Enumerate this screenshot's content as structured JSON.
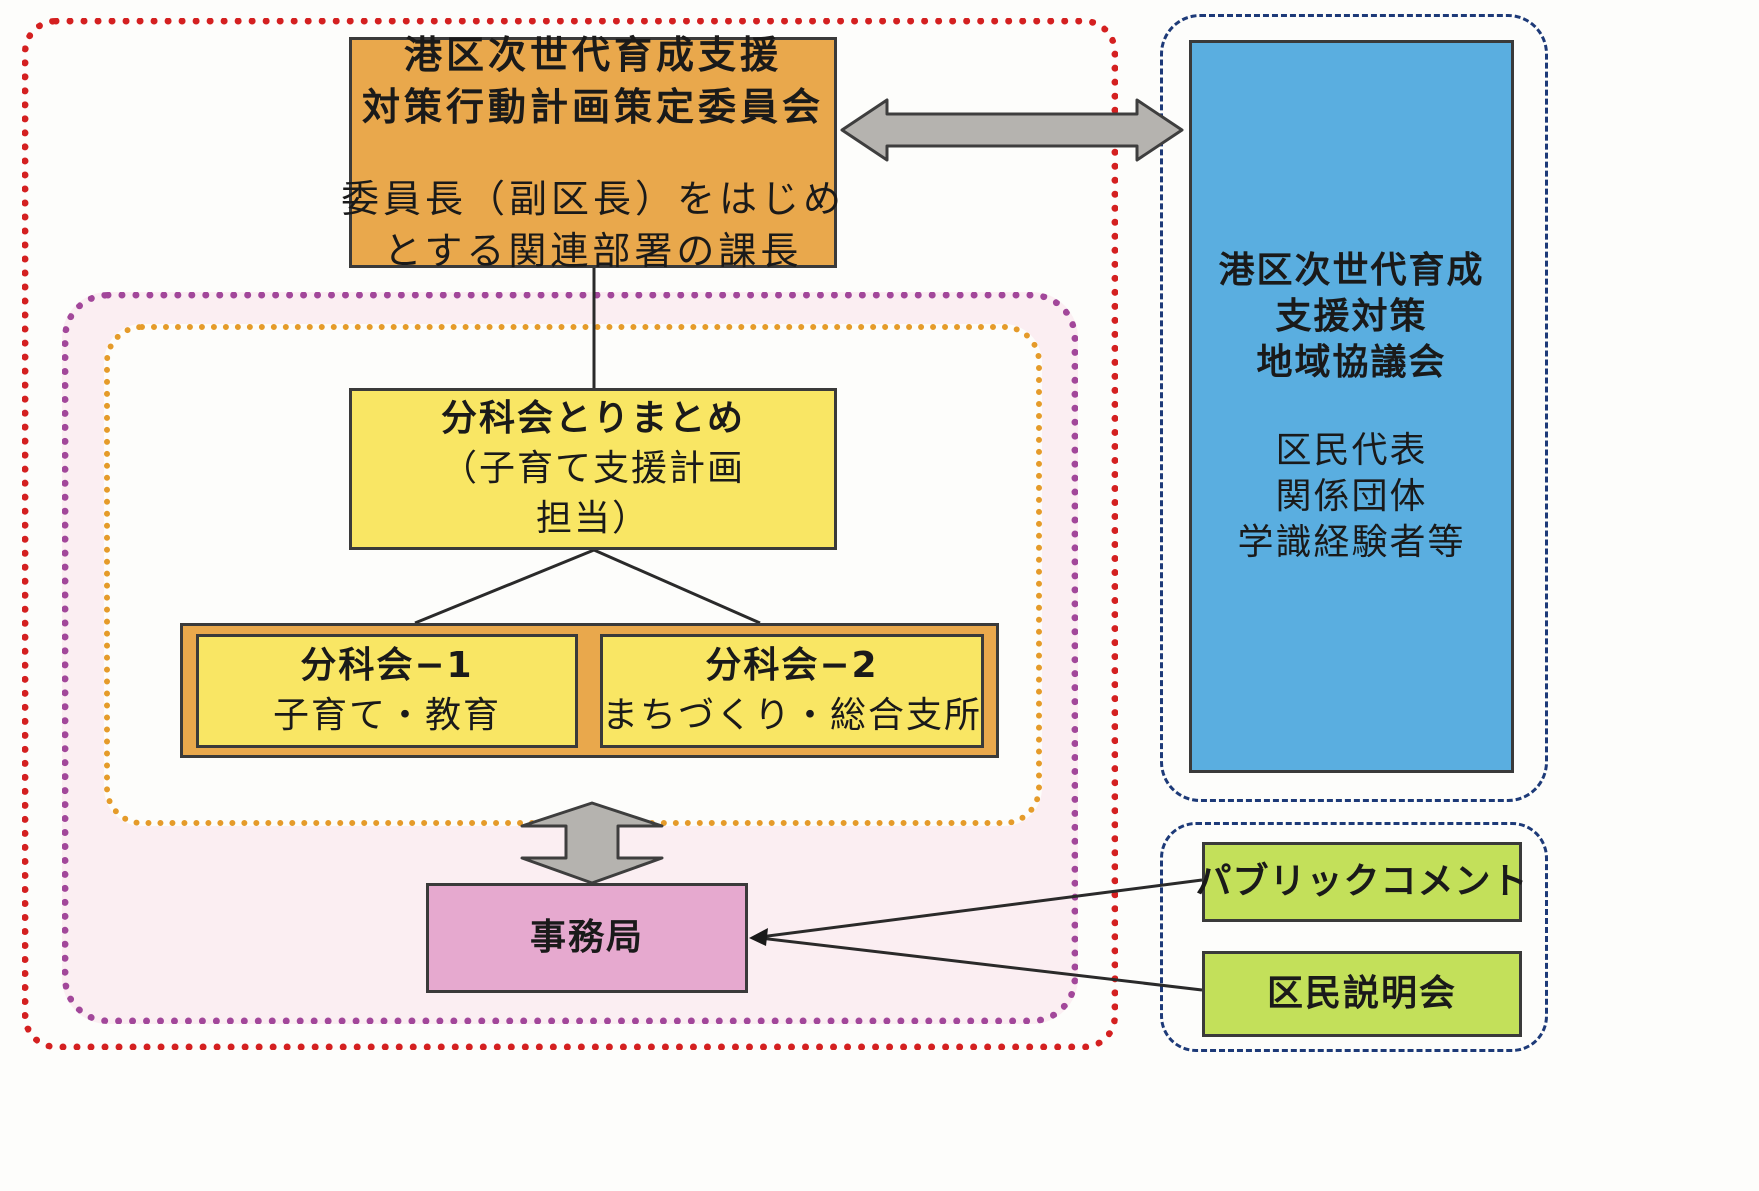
{
  "colors": {
    "outer_frame": "#d42020",
    "purple_frame": "#a2479a",
    "orange_frame": "#e59b2a",
    "navy_frame": "#1d3a78",
    "pink_area": "#fbeef2",
    "committee": "#e9a84c",
    "summary": "#f9e664",
    "sub_outer": "#e9a84c",
    "sub_inner": "#f9e664",
    "secretariat": "#e6a9cf",
    "council": "#5aaee0",
    "public": "#c3e05a",
    "arrow_fill": "#b5b3af",
    "arrow_stroke": "#3e3e3e"
  },
  "committee": {
    "title_lines": [
      "港区次世代育成支援",
      "対策行動計画策定委員会"
    ],
    "desc_lines": [
      "委員長（副区長）をはじめ",
      "とする関連部署の課長"
    ]
  },
  "summary": {
    "lines": [
      "分科会とりまとめ",
      "（子育て支援計画",
      "担当）"
    ]
  },
  "subcommittee_1": {
    "title": "分科会−1",
    "desc": "子育て・教育"
  },
  "subcommittee_2": {
    "title": "分科会−2",
    "desc": "まちづくり・総合支所"
  },
  "secretariat": {
    "label": "事務局"
  },
  "council": {
    "title_lines": [
      "港区次世代育成",
      "支援対策",
      "地域協議会"
    ],
    "member_lines": [
      "区民代表",
      "関係団体",
      "学識経験者等"
    ]
  },
  "public_comment": {
    "label": "パブリックコメント"
  },
  "resident_briefing": {
    "label": "区民説明会"
  }
}
